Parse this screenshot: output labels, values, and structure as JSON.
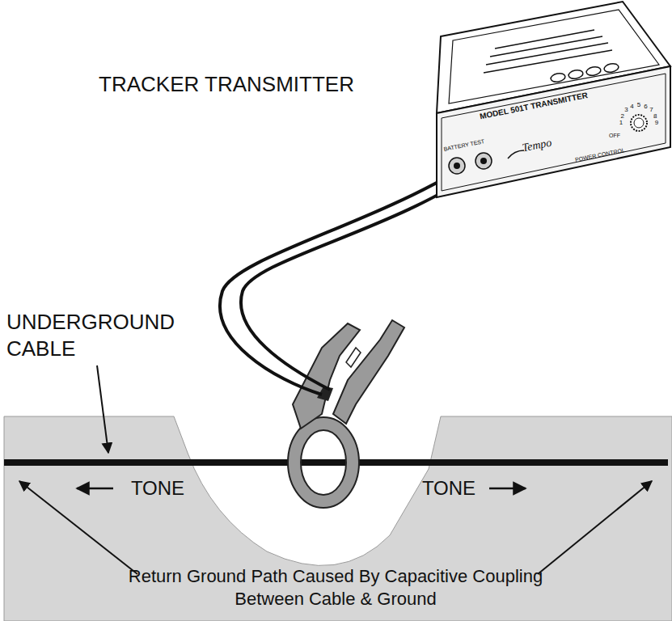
{
  "diagram": {
    "labels": [
      "TRACKER TRANSMITTER",
      "MODEL 501T TRANSMITTER",
      "BATTERY TEST",
      "POWER CONTROL",
      "Tempo",
      "OFF",
      "1",
      "2",
      "3",
      "4",
      "5",
      "6",
      "7",
      "8",
      "9",
      "UNDERGROUND CABLE",
      "TONE",
      "TONE",
      "Return Ground Path Caused By Capacitive Coupling Between Cable & Ground"
    ]
  }
}
